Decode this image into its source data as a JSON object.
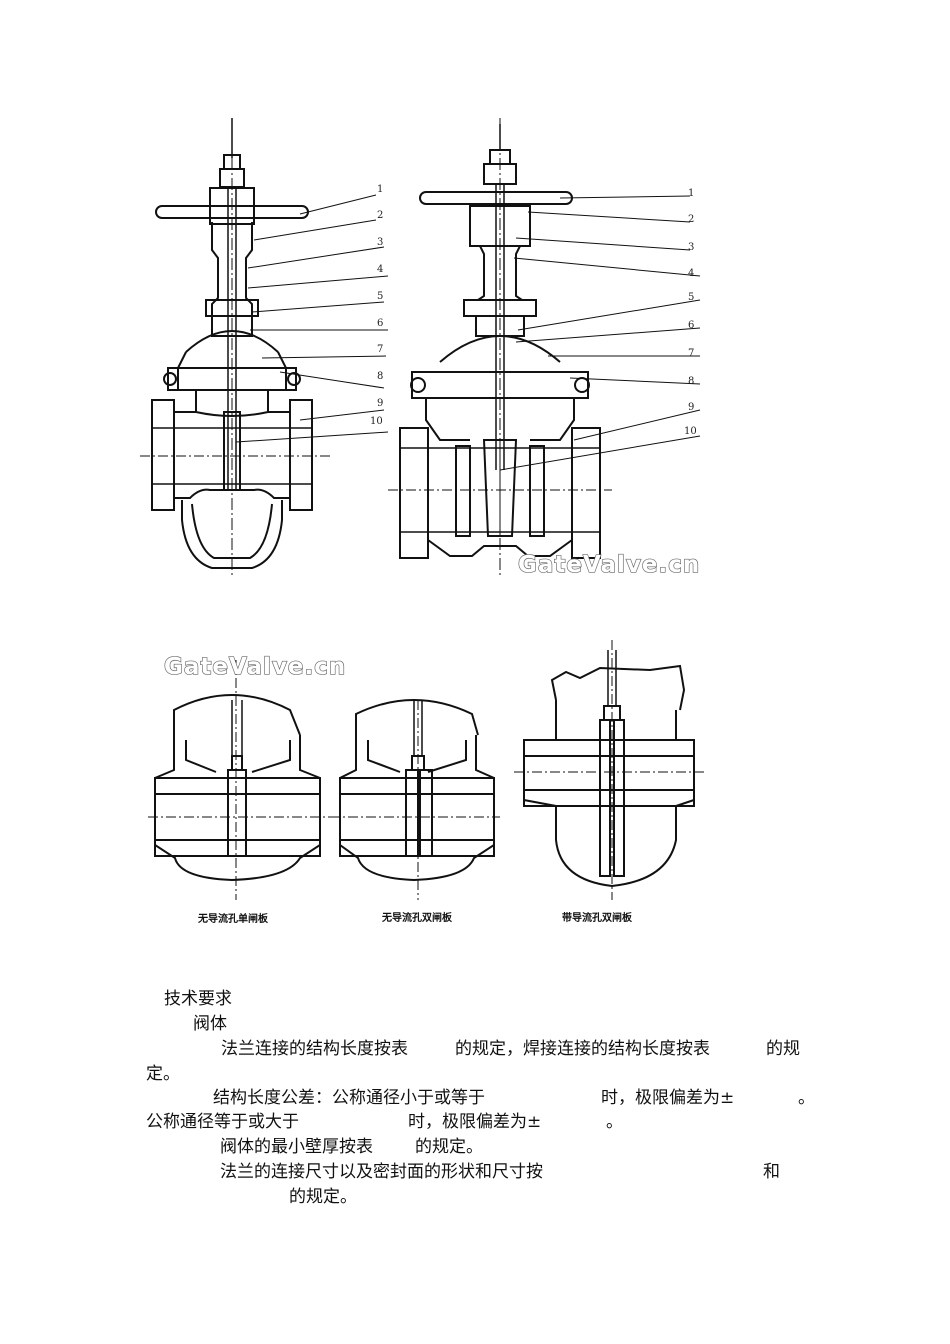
{
  "watermark": "GateValve.cn",
  "part_numbers": [
    "1",
    "2",
    "3",
    "4",
    "5",
    "6",
    "7",
    "8",
    "9",
    "10"
  ],
  "captions": [
    "无导流孔单闸板",
    "无导流孔双闸板",
    "带导流孔双闸板"
  ],
  "text": {
    "heading": "技术要求",
    "sub": "阀体",
    "p1a": "法兰连接的结构长度按表",
    "p1b": "的规定，焊接连接的结构长度按表",
    "p1c": "的规",
    "p1d": "定。",
    "p2a": "结构长度公差：公称通径小于或等于",
    "p2b": "时，极限偏差为±",
    "p2c": "。",
    "p3a": "公称通径等于或大于",
    "p3b": "时，极限偏差为±",
    "p3c": "。",
    "p4a": "阀体的最小壁厚按表",
    "p4b": "的规定。",
    "p5a": "法兰的连接尺寸以及密封面的形状和尺寸按",
    "p5b": "和",
    "p6": "的规定。"
  }
}
